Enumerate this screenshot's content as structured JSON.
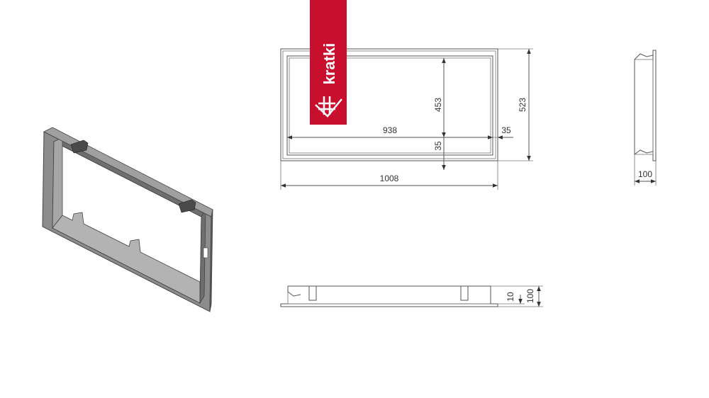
{
  "logo": {
    "text": "kratki",
    "color": "#c8102e"
  },
  "front_view": {
    "outer_width": "1008",
    "outer_height": "523",
    "inner_width": "938",
    "inner_height": "453",
    "side_margin": "35",
    "bottom_margin": "35"
  },
  "side_view": {
    "depth": "100"
  },
  "top_view": {
    "flange": "10",
    "depth": "100"
  },
  "colors": {
    "line": "#555555",
    "frame_face": "#8c8c8c",
    "frame_side": "#a6a6a6",
    "frame_dark": "#5e5e5e"
  }
}
